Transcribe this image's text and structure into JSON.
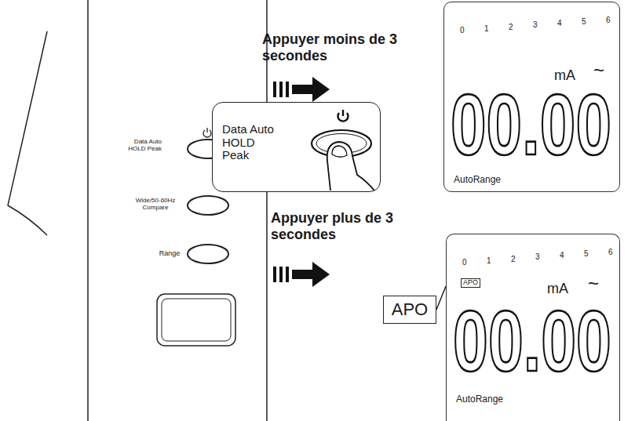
{
  "diagram": {
    "nodes": [
      {
        "text": [
          "Data Auto HOLD Peak"
        ]
      },
      {
        "text": [
          "0",
          "1",
          "2",
          "3",
          "4",
          "5",
          "6",
          "mA",
          "~",
          "00.00",
          "AutoRange"
        ]
      },
      {
        "text": [
          "0",
          "1",
          "2",
          "3",
          "4",
          "5",
          "6",
          "APO",
          "mA",
          "~",
          "00.00",
          "AutoRange"
        ]
      },
      {
        "text": [
          "APO"
        ]
      }
    ],
    "edges": [
      {
        "from": 3,
        "to": 2,
        "arrow": "none"
      }
    ],
    "labels": [
      "Appuyer moins de 3 secondes",
      "Appuyer plus de 3 secondes",
      "Data Auto HOLD Peak",
      "Wide/50-60Hz Compare",
      "Range"
    ]
  }
}
